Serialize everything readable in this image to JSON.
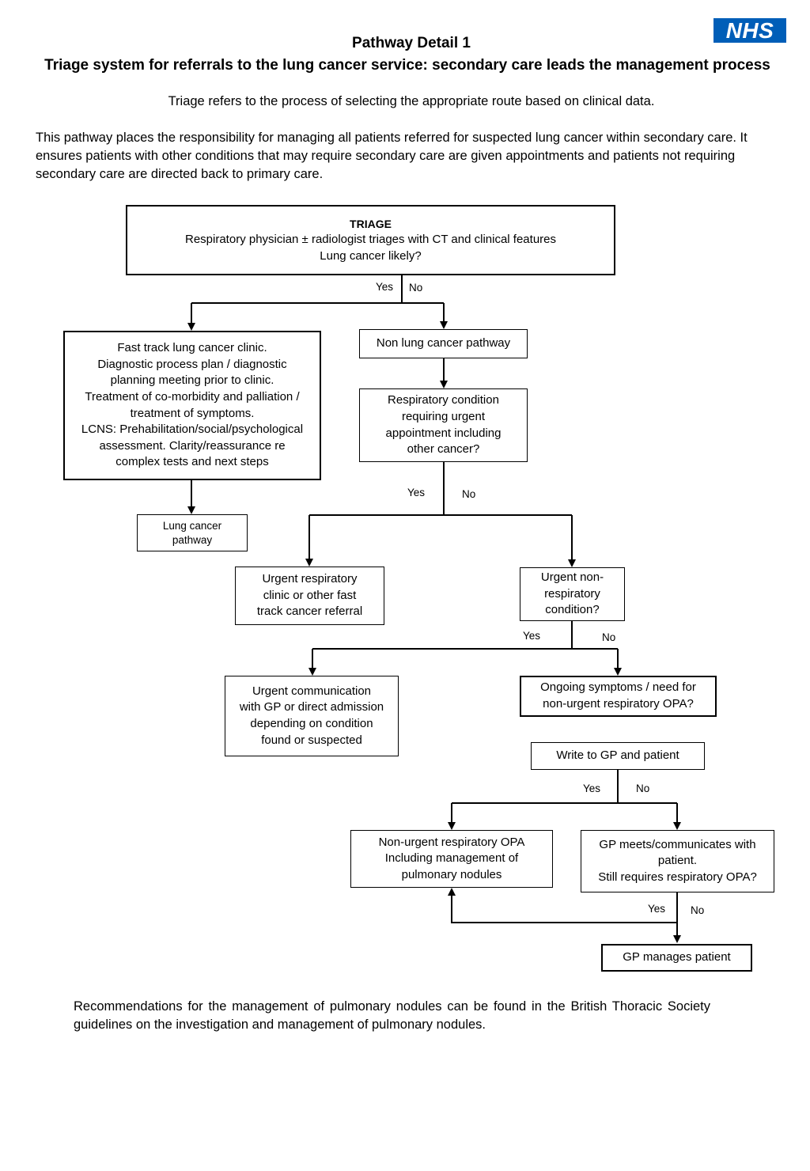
{
  "logo": "NHS",
  "header": {
    "title": "Pathway Detail 1",
    "subtitle": "Triage system for referrals to the lung cancer service: secondary care leads the management process"
  },
  "intro": {
    "definition": "Triage refers to the process of selecting the appropriate route based on clinical data.",
    "description": "This pathway places the responsibility for managing all patients referred for suspected lung cancer within secondary care. It ensures patients with other conditions that may require secondary care are given appointments and patients not requiring secondary care are directed back to primary care."
  },
  "flowchart": {
    "triage": {
      "heading": "TRIAGE",
      "line1": "Respiratory physician ± radiologist triages with CT and clinical features",
      "line2": "Lung cancer likely?"
    },
    "fast_track": {
      "lines": [
        "Fast track lung cancer clinic.",
        "Diagnostic process plan / diagnostic",
        "planning meeting prior to clinic.",
        "Treatment of co-morbidity and palliation /",
        "treatment of symptoms.",
        "LCNS: Prehabilitation/social/psychological",
        "assessment. Clarity/reassurance re",
        "complex tests and next steps"
      ]
    },
    "lung_cancer_pathway": {
      "lines": [
        "Lung cancer",
        "pathway"
      ]
    },
    "non_lung_cancer_pathway": "Non lung cancer pathway",
    "respiratory_condition": {
      "lines": [
        "Respiratory condition",
        "requiring urgent",
        "appointment including",
        "other cancer?"
      ]
    },
    "urgent_respiratory_clinic": {
      "lines": [
        "Urgent respiratory",
        "clinic or other fast",
        "track cancer referral"
      ]
    },
    "urgent_non_respiratory": {
      "lines": [
        "Urgent non-",
        "respiratory",
        "condition?"
      ]
    },
    "urgent_communication": {
      "lines": [
        "Urgent communication",
        "with GP or direct admission",
        "depending on condition",
        "found or suspected"
      ]
    },
    "ongoing_symptoms": {
      "lines": [
        "Ongoing symptoms / need for",
        "non-urgent respiratory OPA?"
      ]
    },
    "write_to_gp": "Write to GP and patient",
    "non_urgent_opa": {
      "lines": [
        "Non-urgent respiratory OPA",
        "Including management of",
        "pulmonary nodules"
      ]
    },
    "gp_meets": {
      "lines": [
        "GP meets/communicates with",
        "patient.",
        "Still requires respiratory OPA?"
      ]
    },
    "gp_manages": "GP manages patient",
    "yes_label": "Yes",
    "no_label": "No"
  },
  "footer": {
    "note": "Recommendations for the management of pulmonary nodules can be found in the British Thoracic Society guidelines on the investigation and management of pulmonary nodules."
  },
  "colors": {
    "nhs_blue": "#005EB8"
  }
}
